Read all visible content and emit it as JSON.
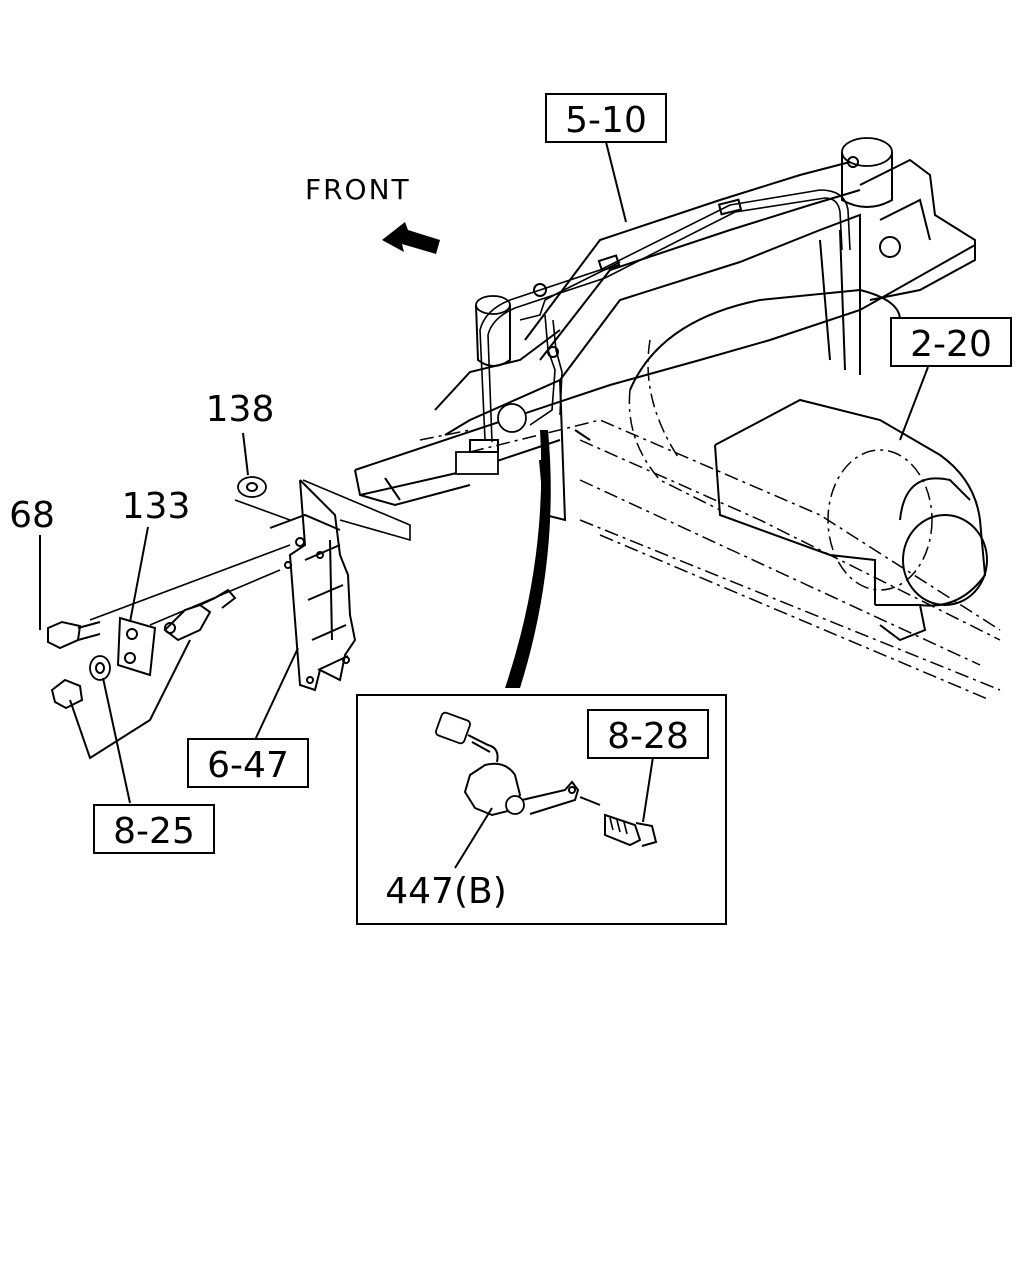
{
  "direction": {
    "text": "FRONT"
  },
  "references": {
    "frame_ref": "5-10",
    "transmission_ref": "2-20",
    "bracket_ref": "6-47",
    "screw_ref": "8-25",
    "bolt_ref": "8-28"
  },
  "parts": {
    "bolt": "68",
    "plate": "133",
    "nut": "138",
    "valve": "447(B)"
  }
}
